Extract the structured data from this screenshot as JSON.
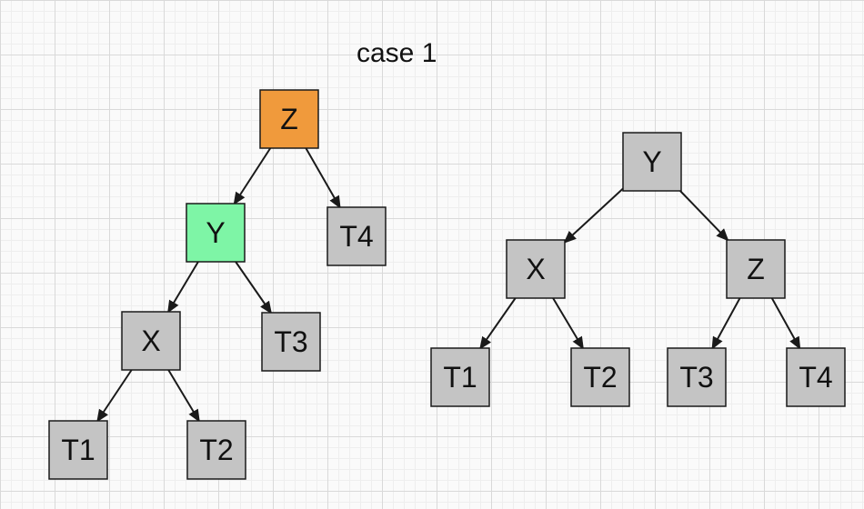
{
  "title": "case 1",
  "colors": {
    "default_fill": "#c4c4c4",
    "highlight_orange": "#f09a3c",
    "highlight_green": "#7ef5a6",
    "stroke": "#1a1a1a",
    "text": "#111111"
  },
  "trees": [
    {
      "id": "before",
      "nodes": [
        {
          "id": "z",
          "label": "Z",
          "fill": "highlight_orange"
        },
        {
          "id": "y",
          "label": "Y",
          "fill": "highlight_green"
        },
        {
          "id": "t4",
          "label": "T4"
        },
        {
          "id": "x",
          "label": "X"
        },
        {
          "id": "t3",
          "label": "T3"
        },
        {
          "id": "t1",
          "label": "T1"
        },
        {
          "id": "t2",
          "label": "T2"
        }
      ],
      "edges": [
        [
          "z",
          "y"
        ],
        [
          "z",
          "t4"
        ],
        [
          "y",
          "x"
        ],
        [
          "y",
          "t3"
        ],
        [
          "x",
          "t1"
        ],
        [
          "x",
          "t2"
        ]
      ]
    },
    {
      "id": "after",
      "nodes": [
        {
          "id": "y",
          "label": "Y"
        },
        {
          "id": "x",
          "label": "X"
        },
        {
          "id": "z",
          "label": "Z"
        },
        {
          "id": "t1",
          "label": "T1"
        },
        {
          "id": "t2",
          "label": "T2"
        },
        {
          "id": "t3",
          "label": "T3"
        },
        {
          "id": "t4",
          "label": "T4"
        }
      ],
      "edges": [
        [
          "y",
          "x"
        ],
        [
          "y",
          "z"
        ],
        [
          "x",
          "t1"
        ],
        [
          "x",
          "t2"
        ],
        [
          "z",
          "t3"
        ],
        [
          "z",
          "t4"
        ]
      ]
    }
  ]
}
